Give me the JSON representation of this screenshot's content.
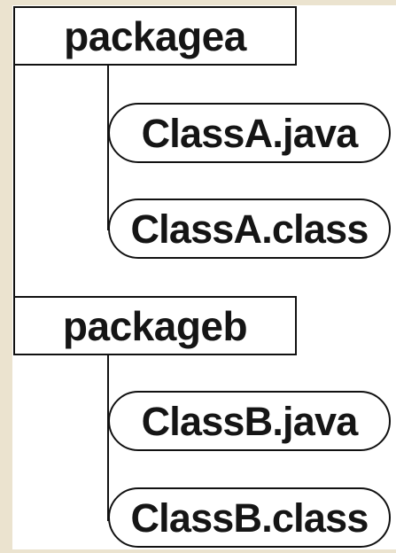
{
  "tree": {
    "packages": [
      {
        "name": "packagea",
        "files": [
          "ClassA.java",
          "ClassA.class"
        ]
      },
      {
        "name": "packageb",
        "files": [
          "ClassB.java",
          "ClassB.class"
        ]
      }
    ]
  }
}
